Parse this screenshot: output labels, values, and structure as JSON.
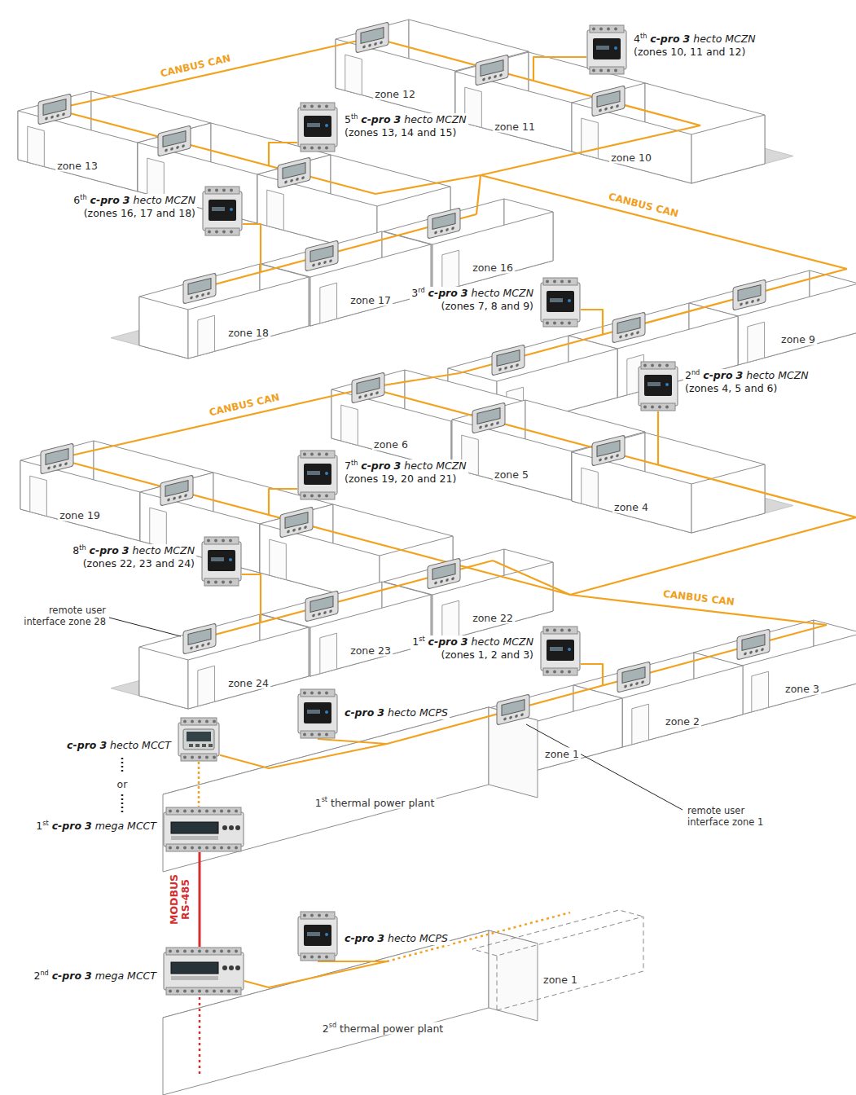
{
  "diagram": {
    "nodes": [
      {
        "text": [
          "4th c-pro 3 hecto MCZN",
          "(zones 10, 11 and 12)"
        ]
      },
      {
        "text": [
          "5th c-pro 3 hecto MCZN",
          "(zones 13, 14 and 15)"
        ]
      },
      {
        "text": [
          "6th c-pro 3 hecto MCZN",
          "(zones 16, 17 and 18)"
        ]
      },
      {
        "text": [
          "3rd c-pro 3 hecto MCZN",
          "(zones 7, 8 and 9)"
        ]
      },
      {
        "text": [
          "2nd c-pro 3 hecto MCZN",
          "(zones 4, 5 and 6)"
        ]
      },
      {
        "text": [
          "7th c-pro 3 hecto MCZN",
          "(zones 19, 20 and 21)"
        ]
      },
      {
        "text": [
          "8th c-pro 3 hecto MCZN",
          "(zones 22, 23 and 24)"
        ]
      },
      {
        "text": [
          "1st c-pro 3 hecto MCZN",
          "(zones 1, 2 and 3)"
        ]
      },
      {
        "text": [
          "c-pro 3 hecto MCPS"
        ]
      },
      {
        "text": [
          "c-pro 3 hecto MCCT"
        ]
      },
      {
        "text": [
          "1st c-pro 3 mega MCCT"
        ]
      },
      {
        "text": [
          "2nd c-pro 3 mega MCCT"
        ]
      },
      {
        "text": [
          "c-pro 3 hecto MCPS"
        ]
      }
    ],
    "edges": [
      {
        "from": 9,
        "to": 8,
        "arrow": "none"
      },
      {
        "from": 9,
        "to": 10,
        "arrow": "none"
      },
      {
        "from": 10,
        "to": 11,
        "label": "MODBUS RS-485",
        "arrow": "none"
      },
      {
        "from": 11,
        "to": 12,
        "arrow": "none"
      }
    ],
    "labels": [
      "CANBUS CAN",
      "zone 12",
      "zone 11",
      "zone 13",
      "zone 10",
      "CANBUS CAN",
      "zone 16",
      "zone 17",
      "zone 18",
      "zone 9",
      "CANBUS CAN",
      "zone 6",
      "zone 5",
      "zone 4",
      "zone 19",
      "CANBUS CAN",
      "remote user interface zone 28",
      "zone 22",
      "zone 23",
      "zone 24",
      "zone 3",
      "zone 2",
      "zone 1",
      "or",
      "1st thermal power plant",
      "remote user interface zone 1",
      "zone 1",
      "2sd thermal power plant"
    ]
  }
}
